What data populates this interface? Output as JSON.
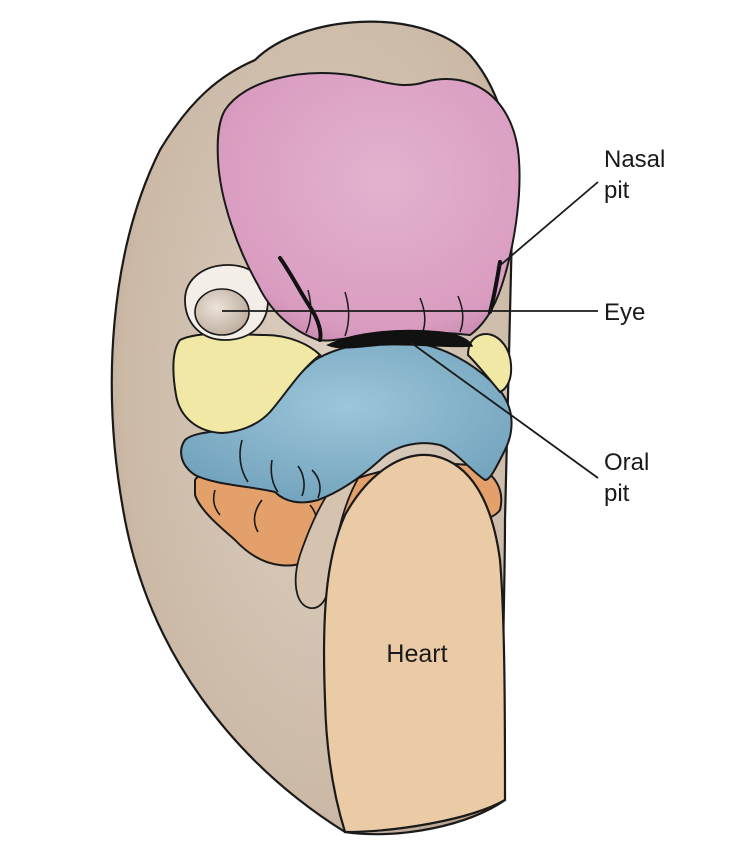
{
  "labels": {
    "nasal_pit_line1": "Nasal",
    "nasal_pit_line2": "pit",
    "eye": "Eye",
    "oral_pit_line1": "Oral",
    "oral_pit_line2": "pit",
    "heart": "Heart"
  },
  "colors": {
    "embryo_body": "#cbb9a6",
    "frontonasal_prominence": "#dba3c3",
    "maxillary_prominence": "#f0e8a4",
    "mandibular_arch": "#86b7cf",
    "second_arch": "#e3a06a",
    "heart": "#ebcba6",
    "eye": "#dccfc4",
    "outline": "#1a1a1a"
  }
}
